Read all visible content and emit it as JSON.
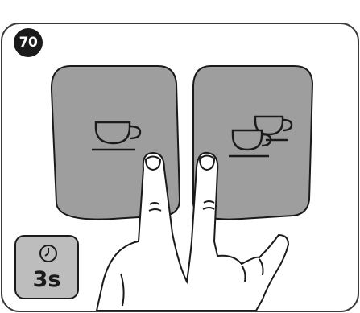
{
  "step": {
    "number": "70"
  },
  "timer": {
    "icon": "clock-icon",
    "label": "3s"
  },
  "buttons": [
    {
      "name": "single-cup-button",
      "icon": "single-cup-icon"
    },
    {
      "name": "double-cup-button",
      "icon": "double-cup-icon"
    }
  ],
  "illustration": {
    "subject": "two-finger-hand"
  },
  "colors": {
    "button_fill": "#9e9e9e",
    "timer_fill": "#bdbdbd",
    "outline": "#1a1a1a",
    "badge": "#1a1a1a"
  }
}
